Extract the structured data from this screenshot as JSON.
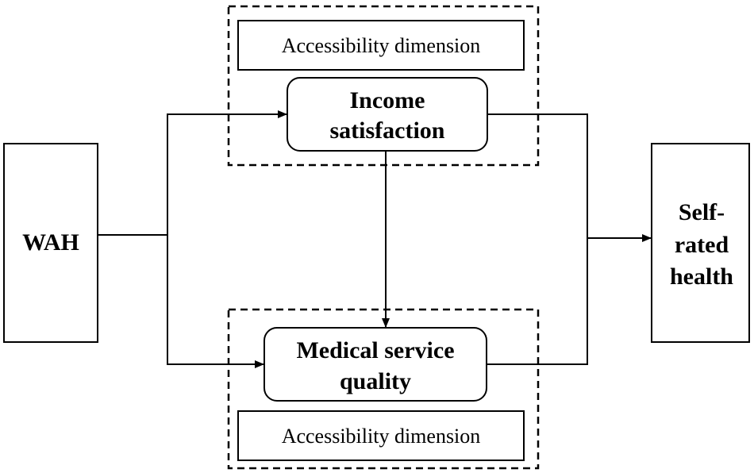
{
  "nodes": {
    "wah": {
      "label": "WAH"
    },
    "income": {
      "line1": "Income",
      "line2": "satisfaction"
    },
    "medical": {
      "line1": "Medical service",
      "line2": "quality"
    },
    "health": {
      "line1": "Self-",
      "line2": "rated",
      "line3": "health"
    }
  },
  "groups": {
    "top_label": "Accessibility dimension",
    "bottom_label": "Accessibility dimension"
  },
  "colors": {
    "stroke": "#000000",
    "background": "#ffffff"
  }
}
